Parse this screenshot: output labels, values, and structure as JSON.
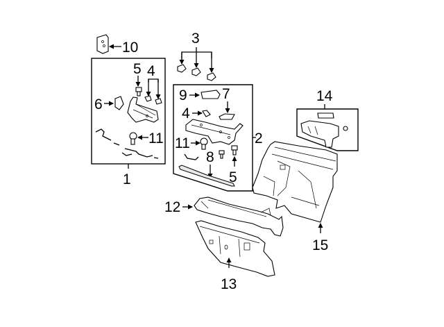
{
  "diagram": {
    "title": "Cowl and dash panel parts diagram",
    "callouts": {
      "c1": "1",
      "c2": "2",
      "c3": "3",
      "c4a": "4",
      "c4b": "4",
      "c5a": "5",
      "c5b": "5",
      "c6": "6",
      "c7": "7",
      "c8": "8",
      "c9": "9",
      "c10": "10",
      "c11a": "11",
      "c11b": "11",
      "c12": "12",
      "c13": "13",
      "c14": "14",
      "c15": "15"
    },
    "colors": {
      "line": "#000000",
      "background": "#ffffff"
    }
  }
}
